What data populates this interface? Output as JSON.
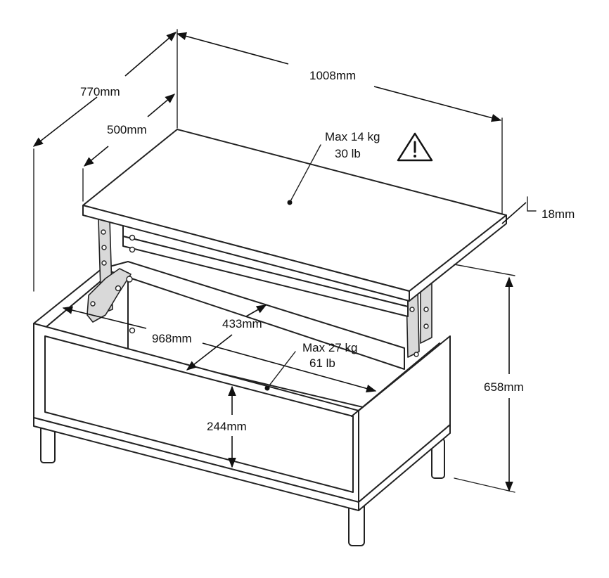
{
  "dimensions": {
    "overall_width": "1008mm",
    "depth_overall": "770mm",
    "depth_top": "500mm",
    "top_thickness": "18mm",
    "height": "658mm",
    "inner_width": "968mm",
    "inner_depth": "433mm",
    "inner_height": "244mm"
  },
  "loads": {
    "top_line1": "Max 14 kg",
    "top_line2": "30 lb",
    "storage_line1": "Max 27 kg",
    "storage_line2": "61 lb"
  },
  "icons": {
    "warning": "warning-triangle-icon"
  }
}
